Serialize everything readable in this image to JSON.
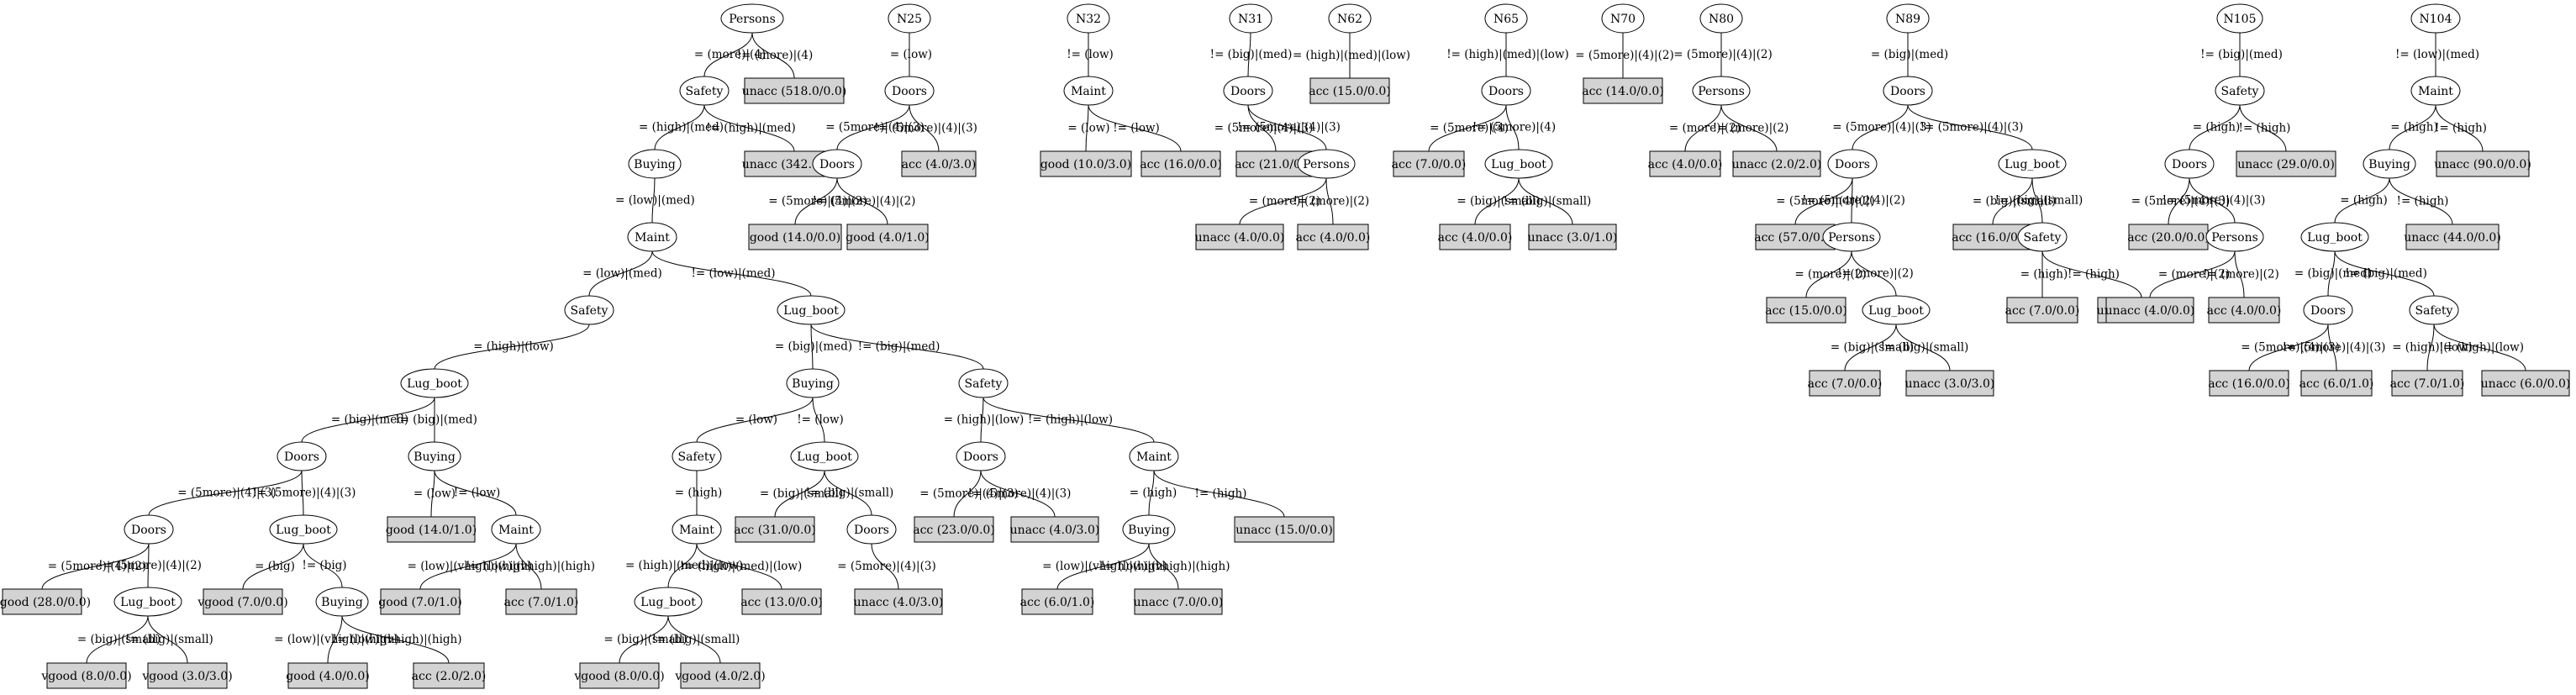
{
  "colors": {
    "leaf_fill": "#d3d3d3",
    "stroke": "#000000",
    "background": "#ffffff"
  },
  "nodes": {
    "p0": "Persons",
    "s0": "Safety",
    "u518": "unacc (518.0/0.0)",
    "b0": "Buying",
    "u342": "unacc (342.0/0.0)",
    "m0": "Maint",
    "s1": "Safety",
    "lb1": "Lug_boot",
    "lb2": "Lug_boot",
    "d1": "Doors",
    "by1": "Buying",
    "d2": "Doors",
    "lb3": "Lug_boot",
    "vg28": "vgood (28.0/0.0)",
    "lb4": "Lug_boot",
    "vg8": "vgood (8.0/0.0)",
    "vg3": "vgood (3.0/3.0)",
    "vg7": "vgood (7.0/0.0)",
    "by2": "Buying",
    "gd4": "good (4.0/0.0)",
    "ac22": "acc (2.0/2.0)",
    "gd14": "good (14.0/1.0)",
    "mt2": "Maint",
    "gd7": "good (7.0/1.0)",
    "ac71": "acc (7.0/1.0)",
    "by3": "Buying",
    "sf3": "Safety",
    "lb5": "Lug_boot",
    "mt3": "Maint",
    "ac31": "acc (31.0/0.0)",
    "d3": "Doors",
    "ac13": "acc (13.0/0.0)",
    "lb6": "Lug_boot",
    "vg80b": "vgood (8.0/0.0)",
    "vg42": "vgood (4.0/2.0)",
    "un43a": "unacc (4.0/3.0)",
    "sf4": "Safety",
    "d4": "Doors",
    "mt4": "Maint",
    "ac23": "acc (23.0/0.0)",
    "un43b": "unacc (4.0/3.0)",
    "by4": "Buying",
    "un15": "unacc (15.0/0.0)",
    "ac61": "acc (6.0/1.0)",
    "un70": "unacc (7.0/0.0)",
    "n25": "N25",
    "d25": "Doors",
    "d25b": "Doors",
    "ac43": "acc (4.0/3.0)",
    "gd140": "good (14.0/0.0)",
    "gd41": "good (4.0/1.0)",
    "n32": "N32",
    "mt32": "Maint",
    "gd10": "good (10.0/3.0)",
    "ac16a": "acc (16.0/0.0)",
    "n31": "N31",
    "d31": "Doors",
    "ac21": "acc (21.0/0.0)",
    "ps31": "Persons",
    "un40a": "unacc (4.0/0.0)",
    "ac40a": "acc (4.0/0.0)",
    "n62": "N62",
    "ac15a": "acc (15.0/0.0)",
    "n65": "N65",
    "d65": "Doors",
    "ac7a": "acc (7.0/0.0)",
    "lb65": "Lug_boot",
    "ac40b": "acc (4.0/0.0)",
    "un30": "unacc (3.0/1.0)",
    "n70": "N70",
    "ac14": "acc (14.0/0.0)",
    "n80": "N80",
    "ps80": "Persons",
    "ac40c": "acc (4.0/0.0)",
    "un20": "unacc (2.0/2.0)",
    "n89": "N89",
    "d89": "Doors",
    "d89b": "Doors",
    "lb89": "Lug_boot",
    "ac57": "acc (57.0/0.0)",
    "ps89": "Persons",
    "ac160a": "acc (16.0/0.0)",
    "sf89": "Safety",
    "ac15b": "acc (15.0/0.0)",
    "lb89b": "Lug_boot",
    "ac7b": "acc (7.0/0.0)",
    "un80": "unacc (8.0/0.0)",
    "ac7c": "acc (7.0/0.0)",
    "un33": "unacc (3.0/3.0)",
    "n105": "N105",
    "sf105": "Safety",
    "d105": "Doors",
    "un29": "unacc (29.0/0.0)",
    "ac20": "acc (20.0/0.0)",
    "ps105": "Persons",
    "un40b": "unacc (4.0/0.0)",
    "ac40d": "acc (4.0/0.0)",
    "n104": "N104",
    "mt104": "Maint",
    "by104": "Buying",
    "un90": "unacc (90.0/0.0)",
    "lb104": "Lug_boot",
    "un44": "unacc (44.0/0.0)",
    "d104": "Doors",
    "sf104": "Safety",
    "ac160b": "acc (16.0/0.0)",
    "ac61b": "acc (6.0/1.0)",
    "ac71b": "acc (7.0/1.0)",
    "un60": "unacc (6.0/0.0)"
  },
  "edge_labels": {
    "e1": "= (more)|(4)",
    "e2": "!= (more)|(4)",
    "e3": "= (high)|(med)",
    "e4": "!= (high)|(med)",
    "e5": "= (low)|(med)",
    "e6": "= (low)|(med)",
    "e7": "!= (low)|(med)",
    "e8": "= (high)|(low)",
    "e9": "= (big)|(med)",
    "e10": "!= (big)|(med)",
    "e11": "= (5more)|(4)|(3)",
    "e12": "!= (5more)|(4)|(3)",
    "e13": "= (5more)|(4)|(2)",
    "e14": "!= (5more)|(4)|(2)",
    "e15": "= (big)|(small)",
    "e16": "!= (big)|(small)",
    "e17": "= (big)",
    "e18": "!= (big)",
    "e19": "= (low)|(vhigh)|(high)",
    "e20": "!= (low)|(vhigh)|(high)",
    "e21": "= (low)",
    "e22": "!= (low)",
    "e23": "= (low)|(vhigh)|(high)",
    "e24": "!= (low)|(vhigh)|(high)",
    "e25": "= (big)|(med)",
    "e26": "!= (big)|(med)",
    "e27": "= (low)",
    "e28": "!= (low)",
    "e29": "= (high)",
    "e30": "= (big)|(small)",
    "e31": "!= (big)|(small)",
    "e32": "= (high)|(med)|(low)",
    "e33": "!= (high)|(med)|(low)",
    "e34": "= (big)|(small)",
    "e35": "!= (big)|(small)",
    "e36": "= (5more)|(4)|(3)",
    "e37": "= (high)|(low)",
    "e38": "!= (high)|(low)",
    "e39": "= (5more)|(4)|(3)",
    "e40": "!= (5more)|(4)|(3)",
    "e41": "= (high)",
    "e42": "!= (high)",
    "e43": "= (low)|(vhigh)|(high)",
    "e44": "!= (low)|(vhigh)|(high)",
    "f1": "= (low)",
    "f2": "= (5more)|(4)|(3)",
    "f3": "!= (5more)|(4)|(3)",
    "f4": "= (5more)|(4)|(2)",
    "f5": "!= (5more)|(4)|(2)",
    "g1": "!= (low)",
    "g2": "= (low)",
    "g3": "!= (low)",
    "h1": "!= (big)|(med)",
    "h2": "= (5more)|(4)|(3)",
    "h3": "!= (5more)|(4)|(3)",
    "h4": "= (more)|(2)",
    "h5": "!= (more)|(2)",
    "i1": "= (high)|(med)|(low)",
    "j1": "!= (high)|(med)|(low)",
    "j2": "= (5more)|(4)",
    "j3": "!= (5more)|(4)",
    "j4": "= (big)|(small)",
    "j5": "!= (big)|(small)",
    "k1": "= (5more)|(4)|(2)",
    "l1": "= (5more)|(4)|(2)",
    "l2": "= (more)|(2)",
    "l3": "!= (more)|(2)",
    "m1": "= (big)|(med)",
    "m2": "= (5more)|(4)|(3)",
    "m3": "!= (5more)|(4)|(3)",
    "m4": "= (5more)|(4)|(2)",
    "m5": "!= (5more)|(4)|(2)",
    "m6": "= (big)|(small)",
    "m7": "!= (big)|(small)",
    "m8": "= (more)|(2)",
    "m9": "!= (more)|(2)",
    "m10": "= (high)",
    "m11": "!= (high)",
    "m12": "= (big)|(small)",
    "m13": "!= (big)|(small)",
    "o1": "!= (big)|(med)",
    "o2": "= (high)",
    "o3": "!= (high)",
    "o4": "= (5more)|(4)|(3)",
    "o5": "!= (5more)|(4)|(3)",
    "o6": "= (more)|(2)",
    "o7": "!= (more)|(2)",
    "q1": "!= (low)|(med)",
    "q2": "= (high)",
    "q3": "!= (high)",
    "q4": "= (high)",
    "q5": "!= (high)",
    "q6": "= (big)|(med)",
    "q7": "!= (big)|(med)",
    "q8": "= (5more)|(4)|(3)",
    "q9": "!= (5more)|(4)|(3)",
    "q10": "= (high)|(low)",
    "q11": "!= (high)|(low)"
  }
}
